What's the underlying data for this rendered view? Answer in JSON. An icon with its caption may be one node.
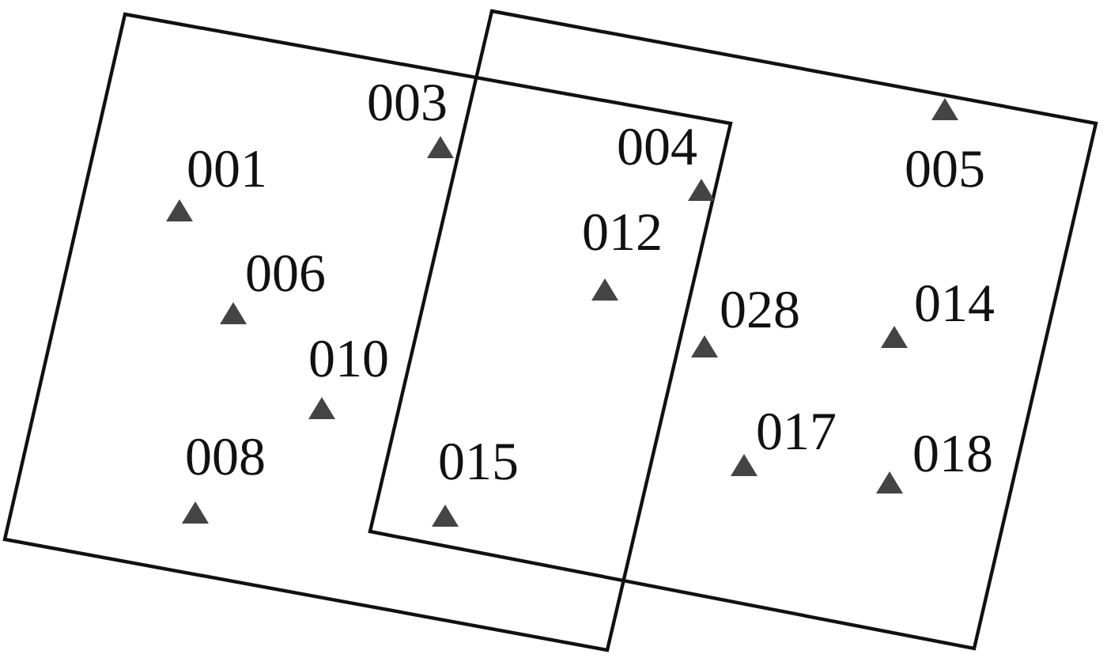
{
  "diagram": {
    "nodes": [
      {
        "text": [],
        "shape": "box"
      },
      {
        "text": [],
        "shape": "box"
      },
      {
        "text": [],
        "shape": "triangle",
        "beside": [
          "001"
        ],
        "in": 0
      },
      {
        "text": [],
        "shape": "triangle",
        "beside": [
          "003"
        ],
        "in": 0
      },
      {
        "text": [],
        "shape": "triangle",
        "beside": [
          "004"
        ]
      },
      {
        "text": [],
        "shape": "triangle",
        "beside": [
          "005"
        ],
        "in": 1
      },
      {
        "text": [],
        "shape": "triangle",
        "beside": [
          "006"
        ],
        "in": 0
      },
      {
        "text": [],
        "shape": "triangle",
        "beside": [
          "012"
        ]
      },
      {
        "text": [],
        "shape": "triangle",
        "beside": [
          "028"
        ],
        "in": 1
      },
      {
        "text": [],
        "shape": "triangle",
        "beside": [
          "014"
        ],
        "in": 1
      },
      {
        "text": [],
        "shape": "triangle",
        "beside": [
          "010"
        ],
        "in": 0
      },
      {
        "text": [],
        "shape": "triangle",
        "beside": [
          "008"
        ],
        "in": 0
      },
      {
        "text": [],
        "shape": "triangle",
        "beside": [
          "015"
        ]
      },
      {
        "text": [],
        "shape": "triangle",
        "beside": [
          "017"
        ],
        "in": 1
      },
      {
        "text": [],
        "shape": "triangle",
        "beside": [
          "018"
        ],
        "in": 1
      }
    ]
  }
}
